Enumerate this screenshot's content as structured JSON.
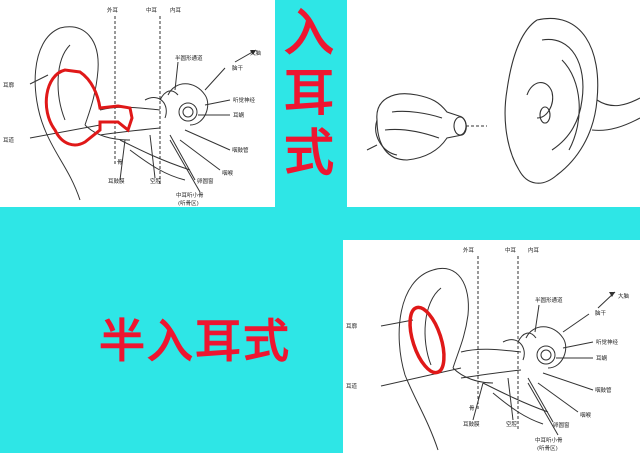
{
  "colors": {
    "background": "#2ee6e6",
    "title_text": "#ee1530",
    "highlight": "#e01818",
    "drawing_stroke": "#333333"
  },
  "titles": {
    "in_ear": [
      "入",
      "耳",
      "式"
    ],
    "half_in_ear": "半入耳式"
  },
  "diagram_labels": {
    "outer_ear": "外耳",
    "middle_ear": "中耳",
    "inner_ear": "内耳",
    "semicircular_canals": "半圆形通道",
    "brain": "大脑",
    "brain_stem": "脑干",
    "auditory_nerve": "听觉神经",
    "pinna": "耳廓",
    "cochlea": "耳蜗",
    "ear_canal": "耳道",
    "eustachian_tube": "咽鼓管",
    "pharynx": "咽喉",
    "bone": "骨",
    "eardrum": "耳鼓膜",
    "cavity": "空腔",
    "round_window": "卵圆窗",
    "ossicles": "中耳听小骨",
    "ossicles_note": "(听骨区)"
  }
}
